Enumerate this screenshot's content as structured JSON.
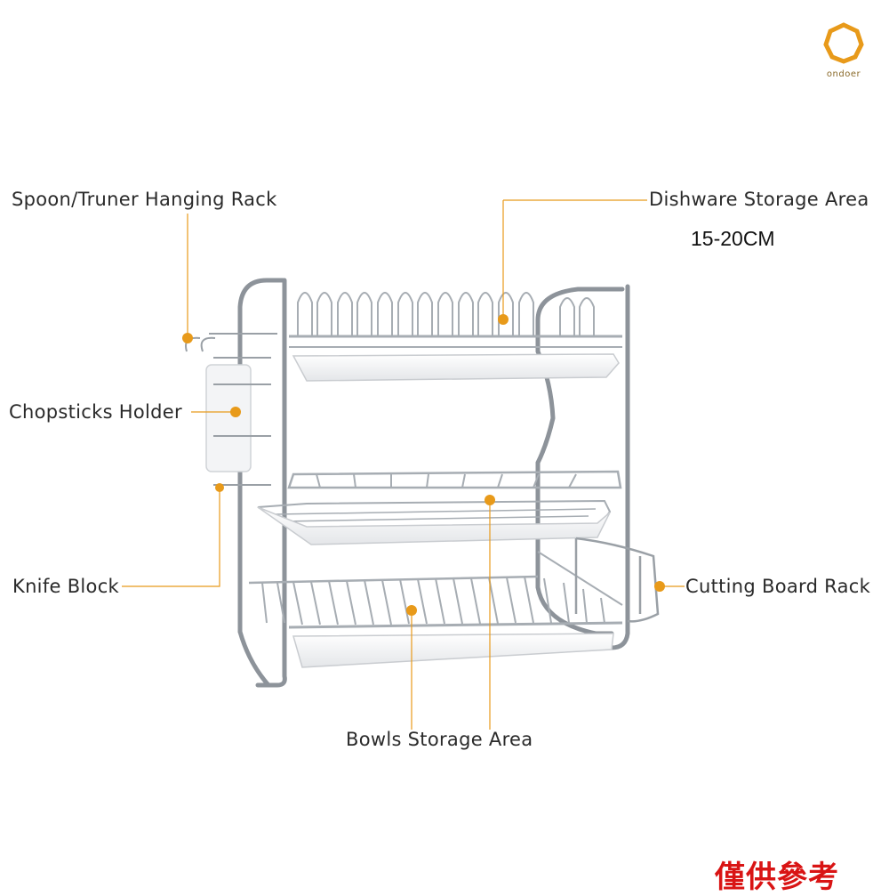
{
  "brand": {
    "logo_text": "ondoer"
  },
  "labels": {
    "spoon_rack": "Spoon/Truner Hanging Rack",
    "dishware_area": "Dishware Storage Area",
    "dishware_size": "15-20CM",
    "chopsticks_holder": "Chopsticks Holder",
    "knife_block": "Knife Block",
    "cutting_board_rack": "Cutting Board Rack",
    "bowls_area": "Bowls Storage Area"
  },
  "watermark": "僅供參考",
  "colors": {
    "accent": "#e89a1a",
    "chrome": "#9aa0a6",
    "tray": "#f2f3f5",
    "watermark": "#d91414"
  }
}
